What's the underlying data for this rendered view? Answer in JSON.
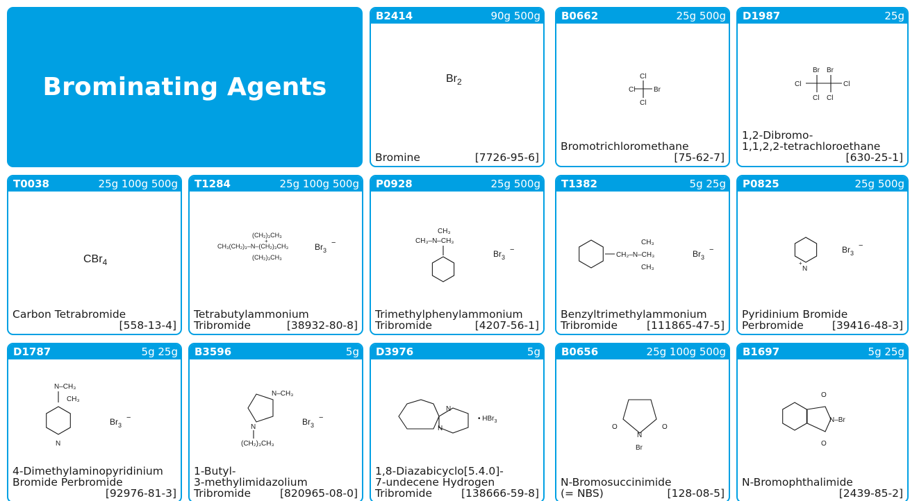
{
  "title": "Brominating Agents",
  "colors": {
    "accent": "#00a0e3",
    "text": "#1a1a1a"
  },
  "cards": [
    {
      "code": "B2414",
      "sizes": "90g 500g",
      "name": "Bromine",
      "cas": "[7726-95-6]",
      "layout": "inline"
    },
    {
      "code": "B0662",
      "sizes": "25g 500g",
      "name": "Bromotrichloromethane",
      "cas": "[75-62-7]",
      "layout": "stack"
    },
    {
      "code": "D1987",
      "sizes": "25g",
      "name": "1,2-Dibromo-\n1,1,2,2-tetrachloroethane",
      "cas": "[630-25-1]",
      "layout": "stack"
    },
    {
      "code": "T0038",
      "sizes": "25g 100g 500g",
      "name": "Carbon Tetrabromide",
      "cas": "[558-13-4]",
      "layout": "stack"
    },
    {
      "code": "T1284",
      "sizes": "25g 100g 500g",
      "name": "Tetrabutylammonium",
      "name2": "Tribromide",
      "cas": "[38932-80-8]",
      "layout": "last"
    },
    {
      "code": "P0928",
      "sizes": "25g 500g",
      "name": "Trimethylphenylammonium",
      "name2": "Tribromide",
      "cas": "[4207-56-1]",
      "layout": "last"
    },
    {
      "code": "T1382",
      "sizes": "5g 25g",
      "name": "Benzyltrimethylammonium",
      "name2": "Tribromide",
      "cas": "[111865-47-5]",
      "layout": "last"
    },
    {
      "code": "P0825",
      "sizes": "25g 500g",
      "name": "Pyridinium Bromide",
      "name2": "Perbromide",
      "cas": "[39416-48-3]",
      "layout": "last"
    },
    {
      "code": "D1787",
      "sizes": "5g 25g",
      "name": "4-Dimethylaminopyridinium\nBromide Perbromide",
      "cas": "[92976-81-3]",
      "layout": "stack"
    },
    {
      "code": "B3596",
      "sizes": "5g",
      "name": "1-Butyl-\n3-methylimidazolium",
      "name2": "Tribromide",
      "cas": "[820965-08-0]",
      "layout": "last"
    },
    {
      "code": "D3976",
      "sizes": "5g",
      "name": "1,8-Diazabicyclo[5.4.0]-\n7-undecene Hydrogen",
      "name2": "Tribromide",
      "cas": "[138666-59-8]",
      "layout": "last"
    },
    {
      "code": "B0656",
      "sizes": "25g 100g 500g",
      "name": "N-Bromosuccinimide",
      "name2": "(= NBS)",
      "cas": "[128-08-5]",
      "layout": "last"
    },
    {
      "code": "B1697",
      "sizes": "5g 25g",
      "name": "N-Bromophthalimide",
      "cas": "[2439-85-2]",
      "layout": "stack"
    }
  ],
  "structures": {
    "bromine": "Br",
    "bromine_sub": "2",
    "cbr4": "CBr",
    "cbr4_sub": "4",
    "br3": "Br",
    "br3_sub": "3",
    "hbr3": "• HBr",
    "hbr3_sub": "3"
  }
}
